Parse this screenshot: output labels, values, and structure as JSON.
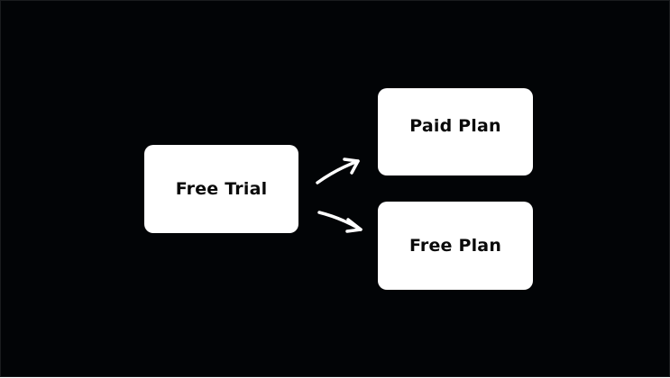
{
  "diagram": {
    "background_color": "#020406",
    "node_color": "#ffffff",
    "text_color": "#0a0a0a",
    "nodes": [
      {
        "id": "free-trial",
        "label": "Free Trial"
      },
      {
        "id": "paid-plan",
        "label": "Paid Plan"
      },
      {
        "id": "free-plan",
        "label": "Free Plan"
      }
    ],
    "edges": [
      {
        "from": "free-trial",
        "to": "paid-plan"
      },
      {
        "from": "free-trial",
        "to": "free-plan"
      }
    ]
  }
}
